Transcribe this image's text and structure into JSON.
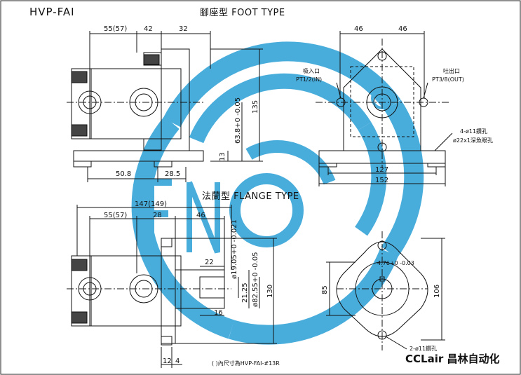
{
  "title": "HVP-FAI",
  "foot_type_header": "腳座型 FOOT TYPE",
  "flange_type_header": "法蘭型 FLANGE TYPE",
  "foot_dims": {
    "top_1": "55(57)",
    "top_2": "42",
    "top_3": "32",
    "h_135": "135",
    "h_63": "63.8+0 -0.05",
    "h_13": "13",
    "bottom_1": "50.8",
    "bottom_2": "28.5"
  },
  "end_view_top": {
    "w_left": "46",
    "w_right": "46",
    "inlet": "吸入口",
    "inlet_thread": "PT1/2(IN)",
    "outlet": "吐出口",
    "outlet_thread": "PT3/8(OUT)",
    "hole_note_1": "4-ø11鑽孔",
    "hole_note_2": "ø22x1深魚眼孔",
    "w_127": "127",
    "w_152": "152"
  },
  "flange_dims": {
    "top_total": "147(149)",
    "top_1": "55(57)",
    "top_2": "28",
    "top_3": "46",
    "d_22": "22",
    "d_16": "16",
    "v_1905": "ø19.05+0 -0.021",
    "v_2125": "21.25",
    "v_8255": "ø82.55+0 -0.05",
    "v_130": "130",
    "b_12": "12",
    "b_4": "4"
  },
  "end_view_bottom": {
    "key": "4.76+0 -0.03",
    "h_85": "85",
    "h_106": "106",
    "hole_note": "2-ø11鑽孔"
  },
  "footnote": "( )內尺寸為HVP-FAI-#13R",
  "brand": "CCLair 昌林自动化",
  "watermark_color": "#2a9fd6"
}
